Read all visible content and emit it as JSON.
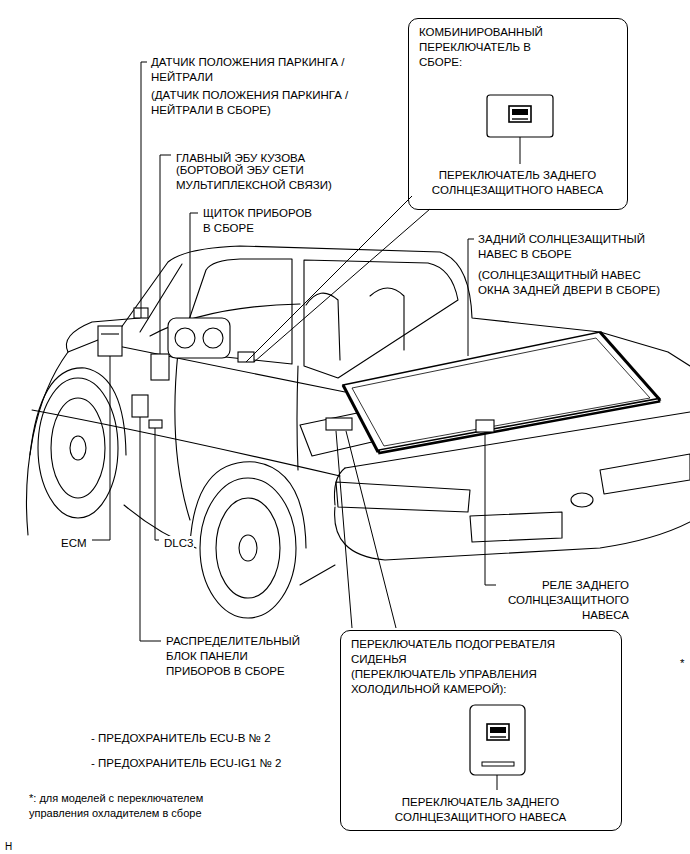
{
  "diagram": {
    "nodes": [
      {
        "text": [
          "КОМБИНИРОВАННЫЙ ПЕРЕКЛЮЧАТЕЛЬ В СБОРЕ:",
          "ПЕРЕКЛЮЧАТЕЛЬ ЗАДНЕГО СОЛНЦЕЗАЩИТНОГО НАВЕСА"
        ]
      },
      {
        "text": [
          "ПЕРЕКЛЮЧАТЕЛЬ ПОДОГРЕВАТЕЛЯ СИДЕНЬЯ",
          "(ПЕРЕКЛЮЧАТЕЛЬ УПРАВЛЕНИЯ ХОЛОДИЛЬНОЙ КАМЕРОЙ):",
          "ПЕРЕКЛЮЧАТЕЛЬ ЗАДНЕГО СОЛНЦЕЗАЩИТНОГО НАВЕСА"
        ]
      }
    ],
    "labels": [
      "ДАТЧИК ПОЛОЖЕНИЯ ПАРКИНГА / НЕЙТРАЛИ",
      "(ДАТЧИК ПОЛОЖЕНИЯ ПАРКИНГА / НЕЙТРАЛИ В СБОРЕ)",
      "ГЛАВНЫЙ ЭБУ КУЗОВА",
      "(БОРТОВОЙ ЭБУ СЕТИ МУЛЬТИПЛЕКСНОЙ СВЯЗИ)",
      "ЩИТОК ПРИБОРОВ В СБОРЕ",
      "ЗАДНИЙ СОЛНЦЕЗАЩИТНЫЙ НАВЕС В СБОРЕ",
      "(СОЛНЦЕЗАЩИТНЫЙ НАВЕС ОКНА ЗАДНЕЙ ДВЕРИ В СБОРЕ)",
      "ECM",
      "DLC3",
      "РЕЛЕ ЗАДНЕГО СОЛНЦЕЗАЩИТНОГО НАВЕСА",
      "РАСПРЕДЕЛИТЕЛЬНЫЙ БЛОК ПАНЕЛИ ПРИБОРОВ В СБОРЕ",
      "- ПРЕДОХРАНИТЕЛЬ ECU-B № 2",
      "- ПРЕДОХРАНИТЕЛЬ ECU-IG1 № 2",
      "*: для моделей с переключателем управления охладителем в сборе",
      "*",
      "H"
    ]
  }
}
